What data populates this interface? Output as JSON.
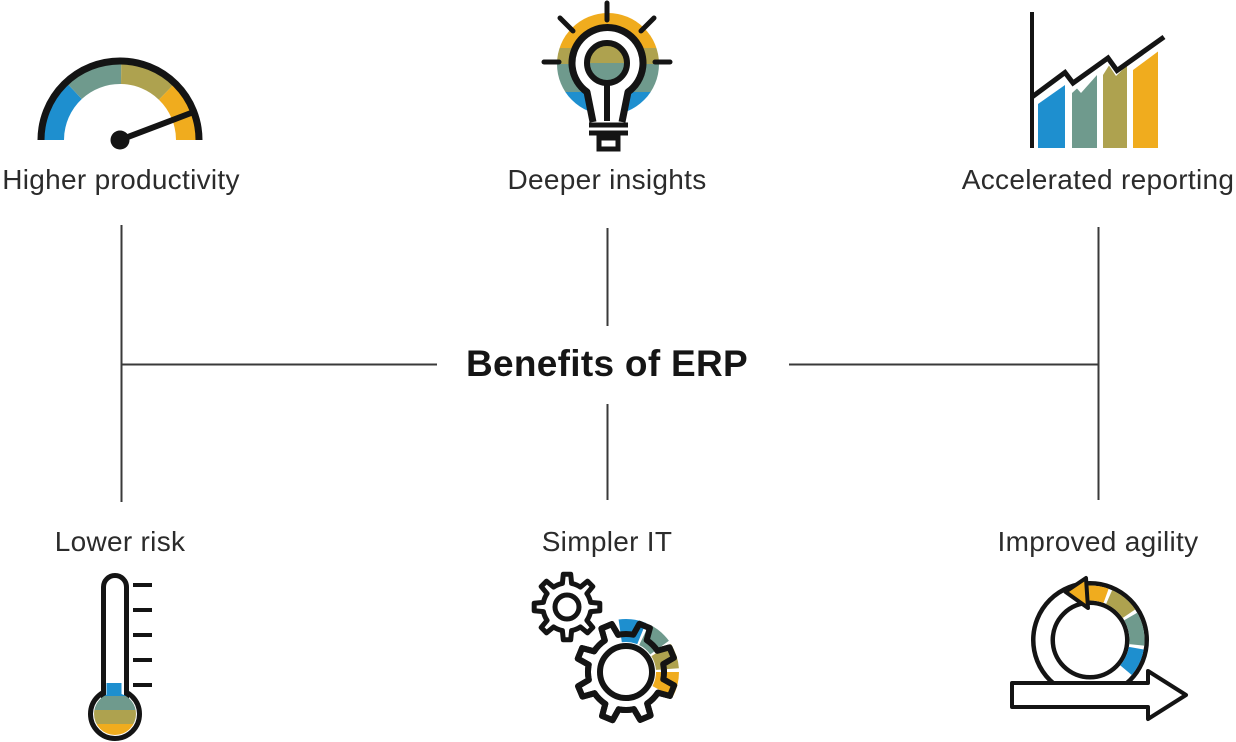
{
  "title": "Benefits of ERP",
  "benefits": [
    {
      "id": "higher-productivity",
      "label": "Higher productivity",
      "icon": "gauge-icon",
      "position": "top-left"
    },
    {
      "id": "deeper-insights",
      "label": "Deeper insights",
      "icon": "lightbulb-icon",
      "position": "top-center"
    },
    {
      "id": "accelerated-reporting",
      "label": "Accelerated reporting",
      "icon": "bar-chart-icon",
      "position": "top-right"
    },
    {
      "id": "lower-risk",
      "label": "Lower risk",
      "icon": "thermometer-icon",
      "position": "bottom-left"
    },
    {
      "id": "simpler-it",
      "label": "Simpler IT",
      "icon": "gears-icon",
      "position": "bottom-center"
    },
    {
      "id": "improved-agility",
      "label": "Improved agility",
      "icon": "agile-loop-icon",
      "position": "bottom-right"
    }
  ],
  "colors": {
    "blue": "#1E8FCF",
    "sage": "#6F9A8D",
    "olive": "#AEA24F",
    "orange": "#F0AC1E",
    "ink": "#141414",
    "text": "#2B2B2B",
    "connector": "#3A3A3A",
    "background": "#FFFFFF"
  }
}
